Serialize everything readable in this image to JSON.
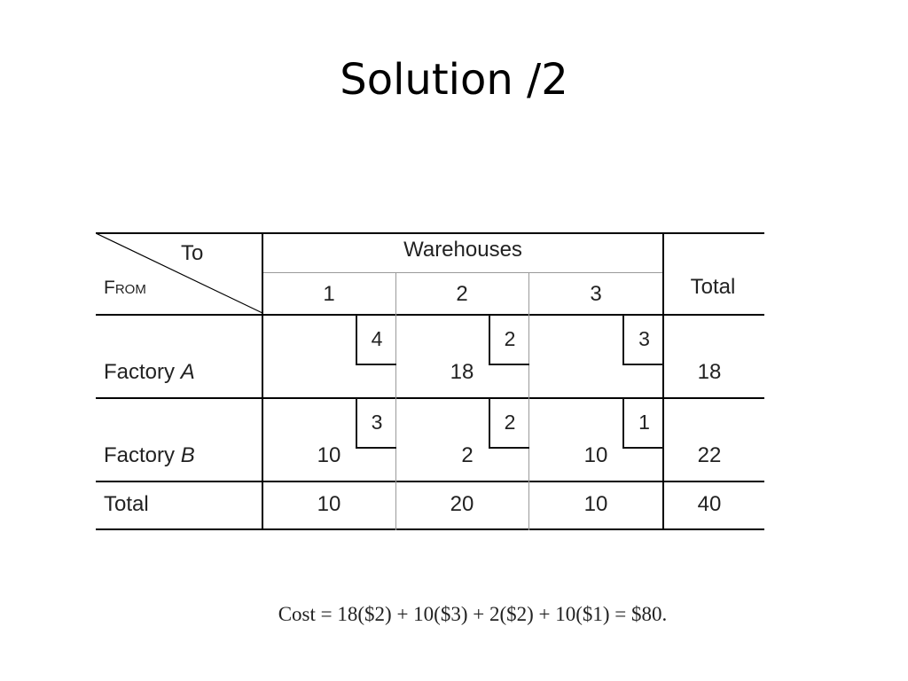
{
  "slide": {
    "title": "Solution /2"
  },
  "table": {
    "corner": {
      "to_label": "To",
      "from_label": "From"
    },
    "group_header": "Warehouses",
    "warehouse_headers": [
      "1",
      "2",
      "3"
    ],
    "total_header": "Total",
    "rows": [
      {
        "label_prefix": "Factory ",
        "label_var": "A",
        "costs": [
          "4",
          "2",
          "3"
        ],
        "allocations": [
          "",
          "18",
          ""
        ],
        "total": "18"
      },
      {
        "label_prefix": "Factory ",
        "label_var": "B",
        "costs": [
          "3",
          "2",
          "1"
        ],
        "allocations": [
          "10",
          "2",
          "10"
        ],
        "total": "22"
      }
    ],
    "total_row": {
      "label": "Total",
      "values": [
        "10",
        "20",
        "10"
      ],
      "grand_total": "40"
    }
  },
  "cost_equation": "Cost = 18($2) + 10($3) + 2($2) + 10($1) = $80."
}
